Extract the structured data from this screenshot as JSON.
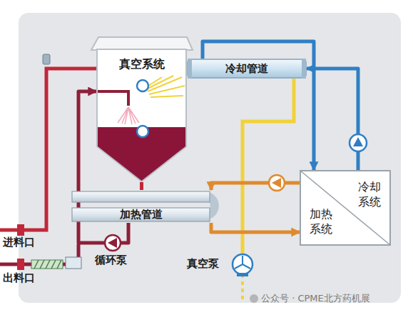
{
  "diagram": {
    "nodes": [
      {
        "text": [
          "真空系统"
        ]
      },
      {
        "text": [
          "冷却管道"
        ]
      },
      {
        "text": [
          "冷却系统",
          "加热系统"
        ]
      },
      {
        "text": [
          "加热管道"
        ]
      }
    ],
    "edges": [
      {
        "from": 2,
        "to": 1,
        "arrow": "to"
      },
      {
        "from": 1,
        "to": 2,
        "arrow": "to"
      },
      {
        "from": 2,
        "to": 3,
        "arrow": "to"
      },
      {
        "from": 3,
        "to": 2,
        "arrow": "to"
      },
      {
        "from": 0,
        "to": 3,
        "arrow": "none"
      },
      {
        "from": 3,
        "to": 0,
        "arrow": "to"
      }
    ],
    "labels": [
      "进料口",
      "出料口",
      "循环泵",
      "真空泵",
      "公众号 · CPME北方药机展"
    ]
  }
}
